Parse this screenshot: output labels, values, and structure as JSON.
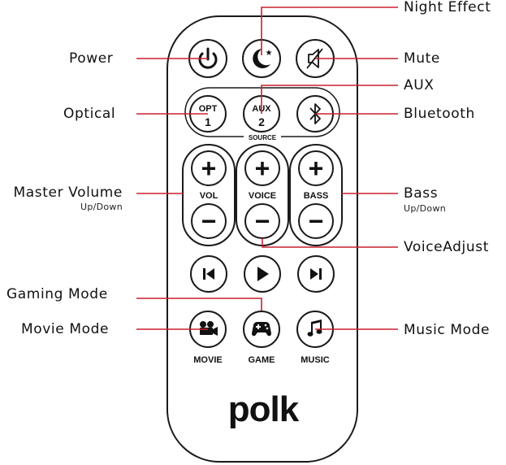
{
  "callouts": {
    "night_effect": "Night Effect",
    "power": "Power",
    "mute": "Mute",
    "aux": "AUX",
    "optical": "Optical",
    "bluetooth": "Bluetooth",
    "master_volume": "Master Volume",
    "master_volume_sub": "Up/Down",
    "bass": "Bass",
    "bass_sub": "Up/Down",
    "voice_adjust": "VoiceAdjust",
    "gaming_mode": "Gaming Mode",
    "movie_mode": "Movie Mode",
    "music_mode": "Music Mode"
  },
  "remote": {
    "opt_top": "OPT",
    "opt_bottom": "1",
    "aux_top": "AUX",
    "aux_bottom": "2",
    "source_label": "SOURCE",
    "vol_label": "VOL",
    "voice_label": "VOICE",
    "bass_label": "BASS",
    "plus": "+",
    "minus": "−",
    "movie_label": "MOVIE",
    "game_label": "GAME",
    "music_label": "MUSIC",
    "brand": "polk"
  },
  "colors": {
    "leader_line": "#c8202f",
    "outline": "#1a1a1a"
  }
}
